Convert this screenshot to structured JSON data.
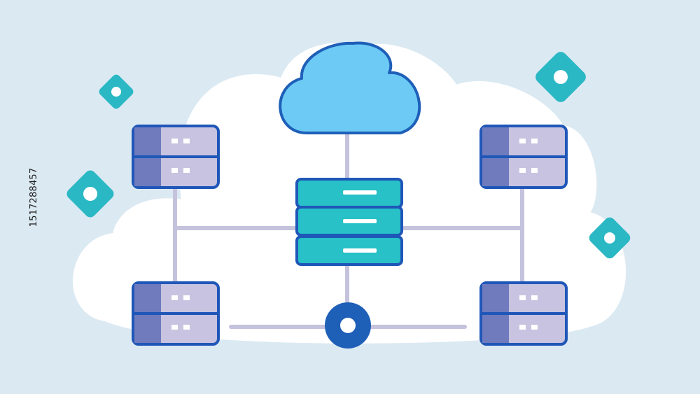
{
  "canvas": {
    "background": "#dbe9f2"
  },
  "colors": {
    "backdrop_cloud": "#ffffff",
    "main_cloud_fill": "#6ccaf5",
    "main_cloud_stroke": "#1e5fb8",
    "line_color": "#c5c2dd",
    "server_dark_panel": "#6f7bbd",
    "server_light_panel": "#c7c3e0",
    "server_stroke": "#1f57b8",
    "central_server_fill": "#27c1c7",
    "hub_node_fill": "#1e5fb8",
    "diamond_fill": "#2ab8c4"
  },
  "stock_id": "1517288457",
  "elements": {
    "central_cloud": {
      "icon": "cloud-icon"
    },
    "central_server": {
      "icon": "server-stack-icon",
      "units": 3
    },
    "side_servers": [
      {
        "position": "top-left",
        "icon": "server-icon",
        "units": 2
      },
      {
        "position": "top-right",
        "icon": "server-icon",
        "units": 2
      },
      {
        "position": "bottom-left",
        "icon": "server-icon",
        "units": 2
      },
      {
        "position": "bottom-right",
        "icon": "server-icon",
        "units": 2
      }
    ],
    "network_hub": {
      "icon": "hub-node-icon"
    },
    "decorative_diamonds": 4
  }
}
